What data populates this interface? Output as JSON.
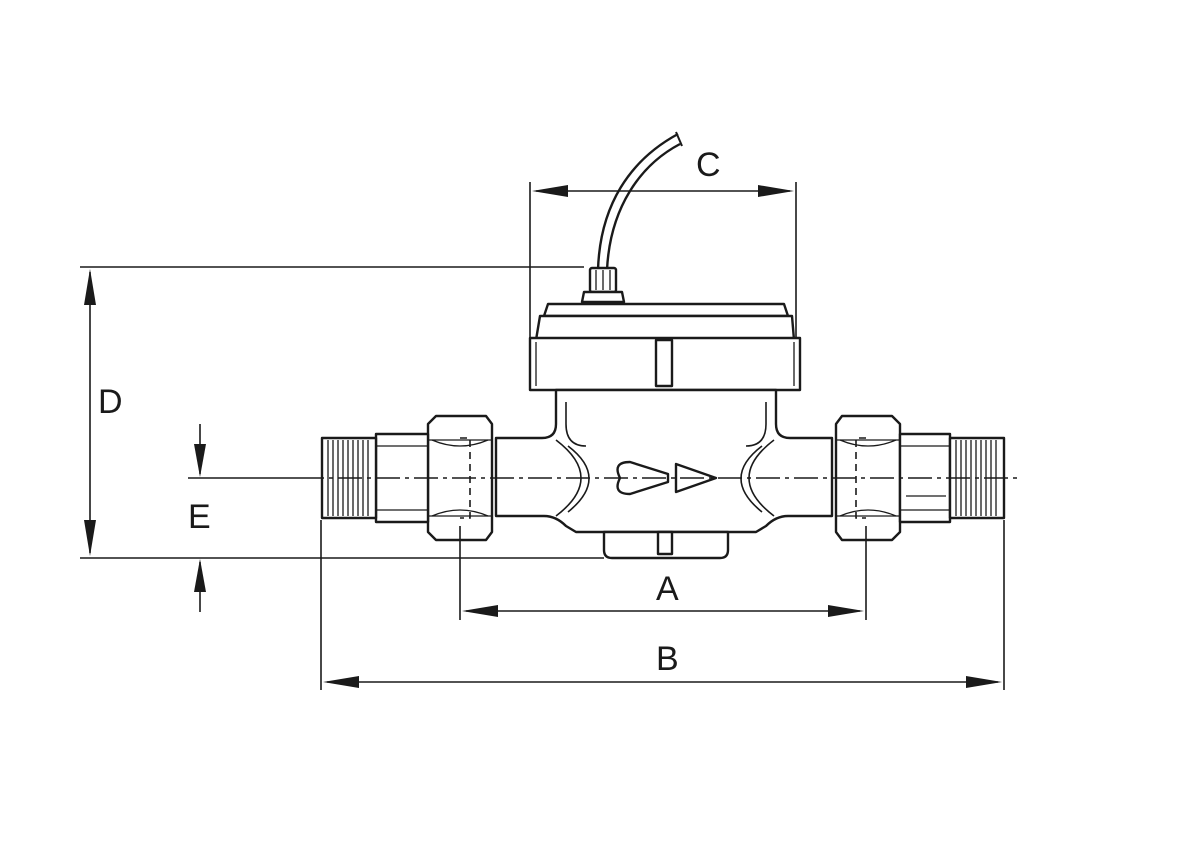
{
  "dimensions": {
    "A": "A",
    "B": "B",
    "C": "C",
    "D": "D",
    "E": "E"
  },
  "colors": {
    "line": "#1a1a1a",
    "background": "#ffffff"
  }
}
